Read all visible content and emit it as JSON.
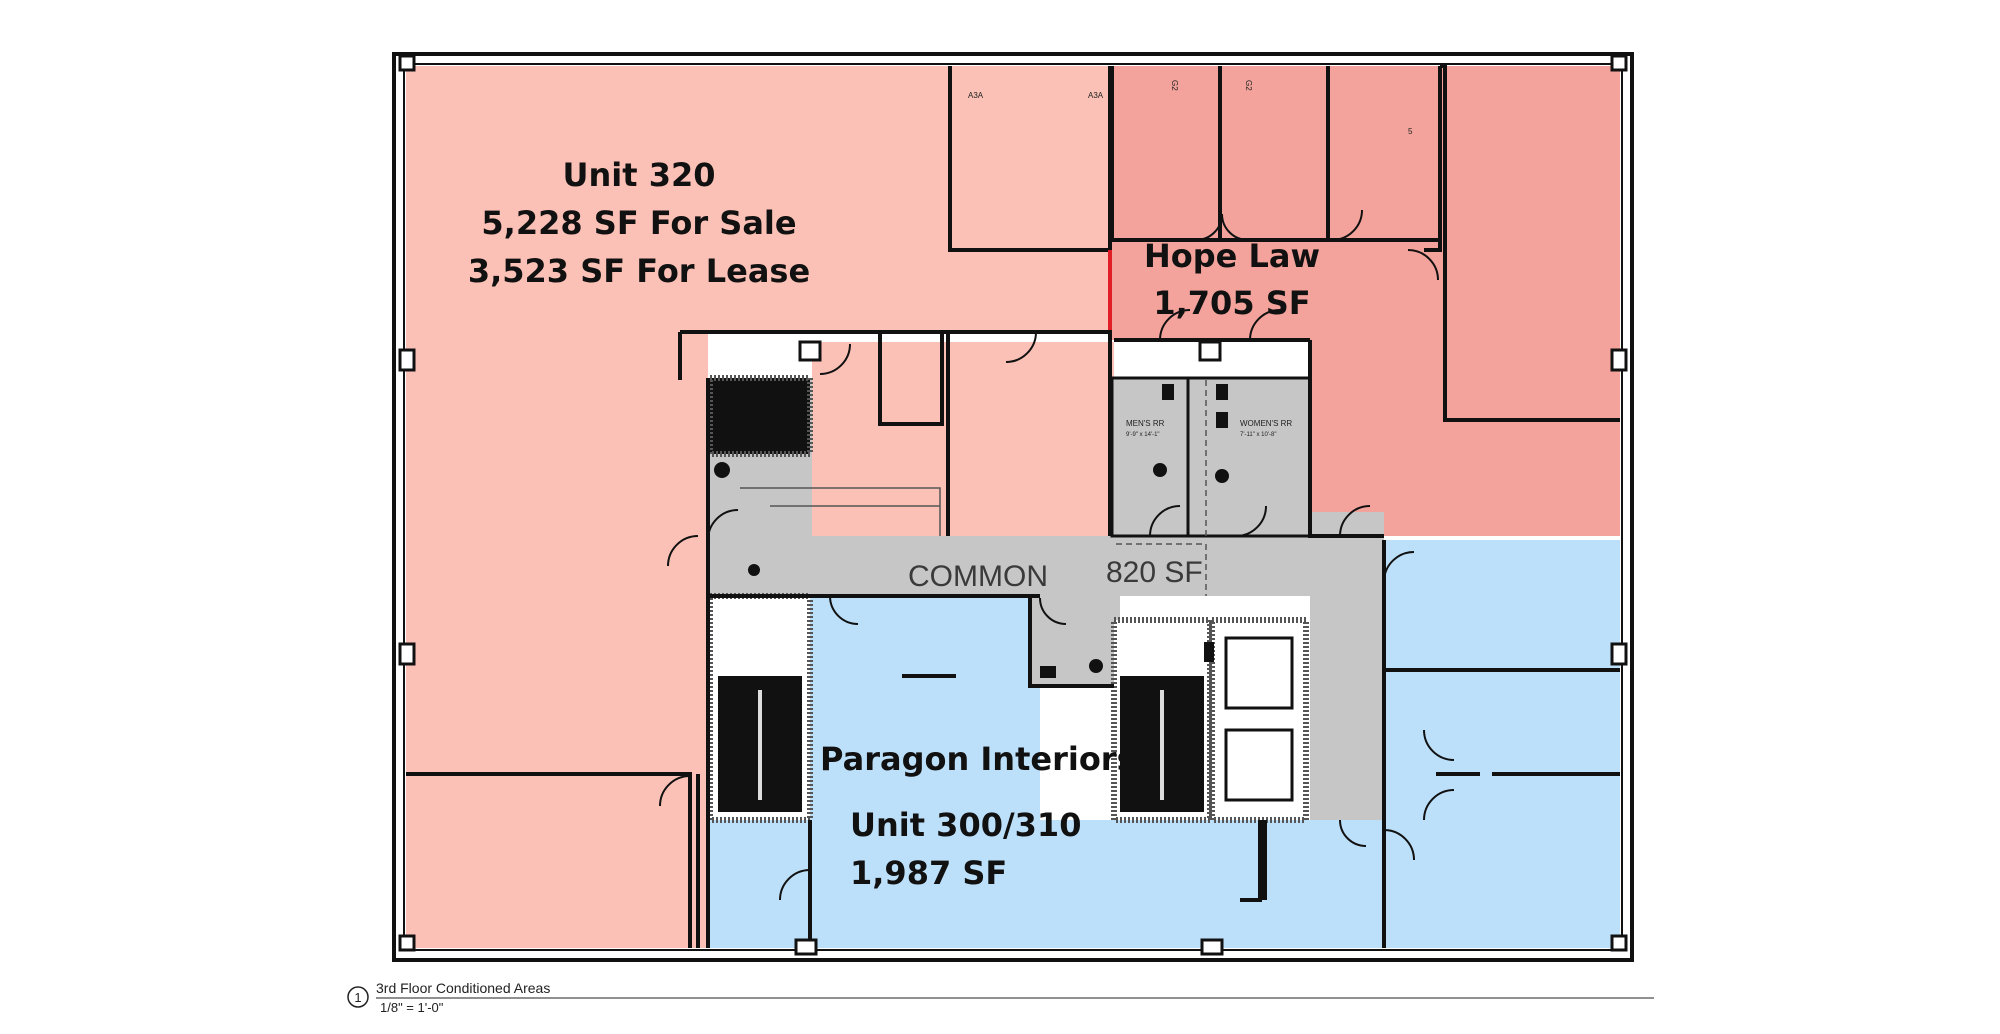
{
  "colors": {
    "unit_320": "#fbc1b6",
    "hope_law": "#f3a39b",
    "paragon": "#bde0fa",
    "common": "#c6c6c6",
    "walls": "#111111",
    "accent_line": "#e01e25"
  },
  "units": {
    "unit_320": {
      "line1": "Unit 320",
      "line2": "5,228 SF For Sale",
      "line3": "3,523 SF For Lease"
    },
    "hope_law": {
      "line1": "Hope Law",
      "line2": "1,705 SF"
    },
    "common": {
      "name": "COMMON",
      "area": "820 SF"
    },
    "paragon": {
      "line1": "Paragon Interiors",
      "line2": "Unit 300/310",
      "line3": "1,987 SF"
    }
  },
  "restrooms": {
    "mens": {
      "name": "MEN'S RR",
      "dims": "9'-9\" x 14'-1\""
    },
    "womens": {
      "name": "WOMEN'S RR",
      "dims": "7'-11\" x 10'-8\""
    }
  },
  "small_tags": {
    "a3a_1": "A3A",
    "a3a_2": "A3A",
    "g2_1": "G2",
    "g2_2": "G2",
    "five": "5"
  },
  "caption": {
    "number": "1",
    "title": "3rd Floor Conditioned Areas",
    "scale": "1/8\" = 1'-0\""
  },
  "icons": [
    "column-icon",
    "door-swing-icon",
    "elevator-icon",
    "toilet-icon"
  ]
}
